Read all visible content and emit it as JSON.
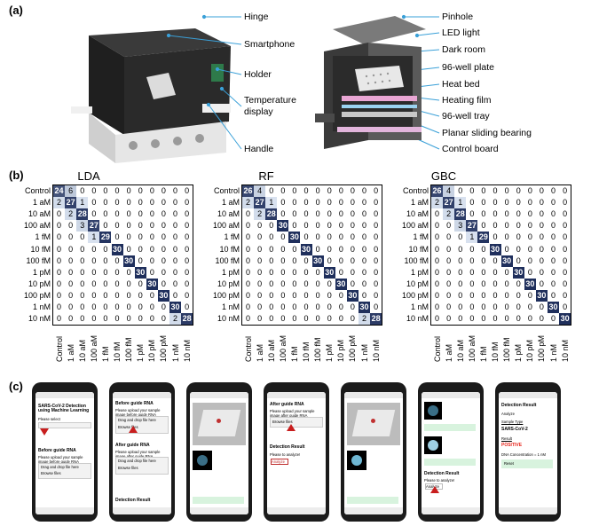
{
  "panel_a": {
    "label": "(a)",
    "callouts_left": [
      "Hinge",
      "Smartphone",
      "Holder",
      "Temperature",
      "display",
      "Handle"
    ],
    "callouts_right": [
      "Pinhole",
      "LED light",
      "Dark room",
      "96-well plate",
      "Heat bed",
      "Heating film",
      "96-well tray",
      "Planar sliding bearing",
      "Control board"
    ]
  },
  "panel_b": {
    "label": "(b)"
  },
  "panel_c": {
    "label": "(c)",
    "phone1": {
      "title": "SARS-CoV-2 Detection using Machine Learning",
      "subtitle": "Please select",
      "heading": "Before guide RNA",
      "hint": "Please upload your sample image before guide RNA",
      "drop": "Drag and drop file here",
      "button": "Browse files"
    },
    "phone2": {
      "heading": "Before guide RNA",
      "hint": "Please upload your sample image before guide RNA",
      "drop": "Drag and drop file here",
      "button": "Browse files",
      "heading2": "After guide RNA",
      "hint2": "Please upload your sample image after guide RNA",
      "drop2": "Drag and drop file here",
      "button2": "Browse files",
      "heading3": "Detection Result"
    },
    "phone4": {
      "heading": "After guide RNA",
      "hint": "Please upload your sample image after guide RNA",
      "button": "Browse files",
      "heading2": "Detection Result",
      "hint2": "Please to analyze!",
      "button2": "Analyze"
    },
    "phone6": {
      "heading": "Detection Result",
      "hint": "Please to analyze!",
      "button": "Analyze"
    },
    "phone7": {
      "heading": "Detection Result",
      "hint": "Analyze",
      "link1": "Sample Type",
      "bold": "SARS-CoV-2",
      "link2": "Result",
      "result": "POSITIVE",
      "conc": "DNA Concentration = 1 nM",
      "button": "Reset"
    }
  },
  "colors": {
    "dark": "#1f2f5c",
    "light": "#dde6f3",
    "leader": "#3aa0d8",
    "positive": "#e8261c",
    "green": "#d8f3de"
  },
  "chart_data": [
    {
      "type": "heatmap",
      "title": "LDA",
      "categories": [
        "Control",
        "1 aM",
        "10 aM",
        "100 aM",
        "1 fM",
        "10 fM",
        "100 fM",
        "1 pM",
        "10 pM",
        "100 pM",
        "1 nM",
        "10 nM"
      ],
      "matrix": [
        [
          24,
          6,
          0,
          0,
          0,
          0,
          0,
          0,
          0,
          0,
          0,
          0
        ],
        [
          2,
          27,
          1,
          0,
          0,
          0,
          0,
          0,
          0,
          0,
          0,
          0
        ],
        [
          0,
          2,
          28,
          0,
          0,
          0,
          0,
          0,
          0,
          0,
          0,
          0
        ],
        [
          0,
          0,
          3,
          27,
          0,
          0,
          0,
          0,
          0,
          0,
          0,
          0
        ],
        [
          0,
          0,
          0,
          1,
          29,
          0,
          0,
          0,
          0,
          0,
          0,
          0
        ],
        [
          0,
          0,
          0,
          0,
          0,
          30,
          0,
          0,
          0,
          0,
          0,
          0
        ],
        [
          0,
          0,
          0,
          0,
          0,
          0,
          30,
          0,
          0,
          0,
          0,
          0
        ],
        [
          0,
          0,
          0,
          0,
          0,
          0,
          0,
          30,
          0,
          0,
          0,
          0
        ],
        [
          0,
          0,
          0,
          0,
          0,
          0,
          0,
          0,
          30,
          0,
          0,
          0
        ],
        [
          0,
          0,
          0,
          0,
          0,
          0,
          0,
          0,
          0,
          30,
          0,
          0
        ],
        [
          0,
          0,
          0,
          0,
          0,
          0,
          0,
          0,
          0,
          0,
          30,
          0
        ],
        [
          0,
          0,
          0,
          0,
          0,
          0,
          0,
          0,
          0,
          0,
          2,
          28
        ]
      ]
    },
    {
      "type": "heatmap",
      "title": "RF",
      "categories": [
        "Control",
        "1 aM",
        "10 aM",
        "100 aM",
        "1 fM",
        "10 fM",
        "100 fM",
        "1 pM",
        "10 pM",
        "100 pM",
        "1 nM",
        "10 nM"
      ],
      "matrix": [
        [
          26,
          4,
          0,
          0,
          0,
          0,
          0,
          0,
          0,
          0,
          0,
          0
        ],
        [
          2,
          27,
          1,
          0,
          0,
          0,
          0,
          0,
          0,
          0,
          0,
          0
        ],
        [
          0,
          2,
          28,
          0,
          0,
          0,
          0,
          0,
          0,
          0,
          0,
          0
        ],
        [
          0,
          0,
          0,
          30,
          0,
          0,
          0,
          0,
          0,
          0,
          0,
          0
        ],
        [
          0,
          0,
          0,
          0,
          30,
          0,
          0,
          0,
          0,
          0,
          0,
          0
        ],
        [
          0,
          0,
          0,
          0,
          0,
          30,
          0,
          0,
          0,
          0,
          0,
          0
        ],
        [
          0,
          0,
          0,
          0,
          0,
          0,
          30,
          0,
          0,
          0,
          0,
          0
        ],
        [
          0,
          0,
          0,
          0,
          0,
          0,
          0,
          30,
          0,
          0,
          0,
          0
        ],
        [
          0,
          0,
          0,
          0,
          0,
          0,
          0,
          0,
          30,
          0,
          0,
          0
        ],
        [
          0,
          0,
          0,
          0,
          0,
          0,
          0,
          0,
          0,
          30,
          0,
          0
        ],
        [
          0,
          0,
          0,
          0,
          0,
          0,
          0,
          0,
          0,
          0,
          30,
          0
        ],
        [
          0,
          0,
          0,
          0,
          0,
          0,
          0,
          0,
          0,
          0,
          2,
          28
        ]
      ]
    },
    {
      "type": "heatmap",
      "title": "GBC",
      "categories": [
        "Control",
        "1 aM",
        "10 aM",
        "100 aM",
        "1 fM",
        "10 fM",
        "100 fM",
        "1 pM",
        "10 pM",
        "100 pM",
        "1 nM",
        "10 nM"
      ],
      "matrix": [
        [
          26,
          4,
          0,
          0,
          0,
          0,
          0,
          0,
          0,
          0,
          0,
          0
        ],
        [
          2,
          27,
          1,
          0,
          0,
          0,
          0,
          0,
          0,
          0,
          0,
          0
        ],
        [
          0,
          2,
          28,
          0,
          0,
          0,
          0,
          0,
          0,
          0,
          0,
          0
        ],
        [
          0,
          0,
          3,
          27,
          0,
          0,
          0,
          0,
          0,
          0,
          0,
          0
        ],
        [
          0,
          0,
          0,
          1,
          29,
          0,
          0,
          0,
          0,
          0,
          0,
          0
        ],
        [
          0,
          0,
          0,
          0,
          0,
          30,
          0,
          0,
          0,
          0,
          0,
          0
        ],
        [
          0,
          0,
          0,
          0,
          0,
          0,
          30,
          0,
          0,
          0,
          0,
          0
        ],
        [
          0,
          0,
          0,
          0,
          0,
          0,
          0,
          30,
          0,
          0,
          0,
          0
        ],
        [
          0,
          0,
          0,
          0,
          0,
          0,
          0,
          0,
          30,
          0,
          0,
          0
        ],
        [
          0,
          0,
          0,
          0,
          0,
          0,
          0,
          0,
          0,
          30,
          0,
          0
        ],
        [
          0,
          0,
          0,
          0,
          0,
          0,
          0,
          0,
          0,
          0,
          30,
          0
        ],
        [
          0,
          0,
          0,
          0,
          0,
          0,
          0,
          0,
          0,
          0,
          0,
          30
        ]
      ]
    }
  ]
}
